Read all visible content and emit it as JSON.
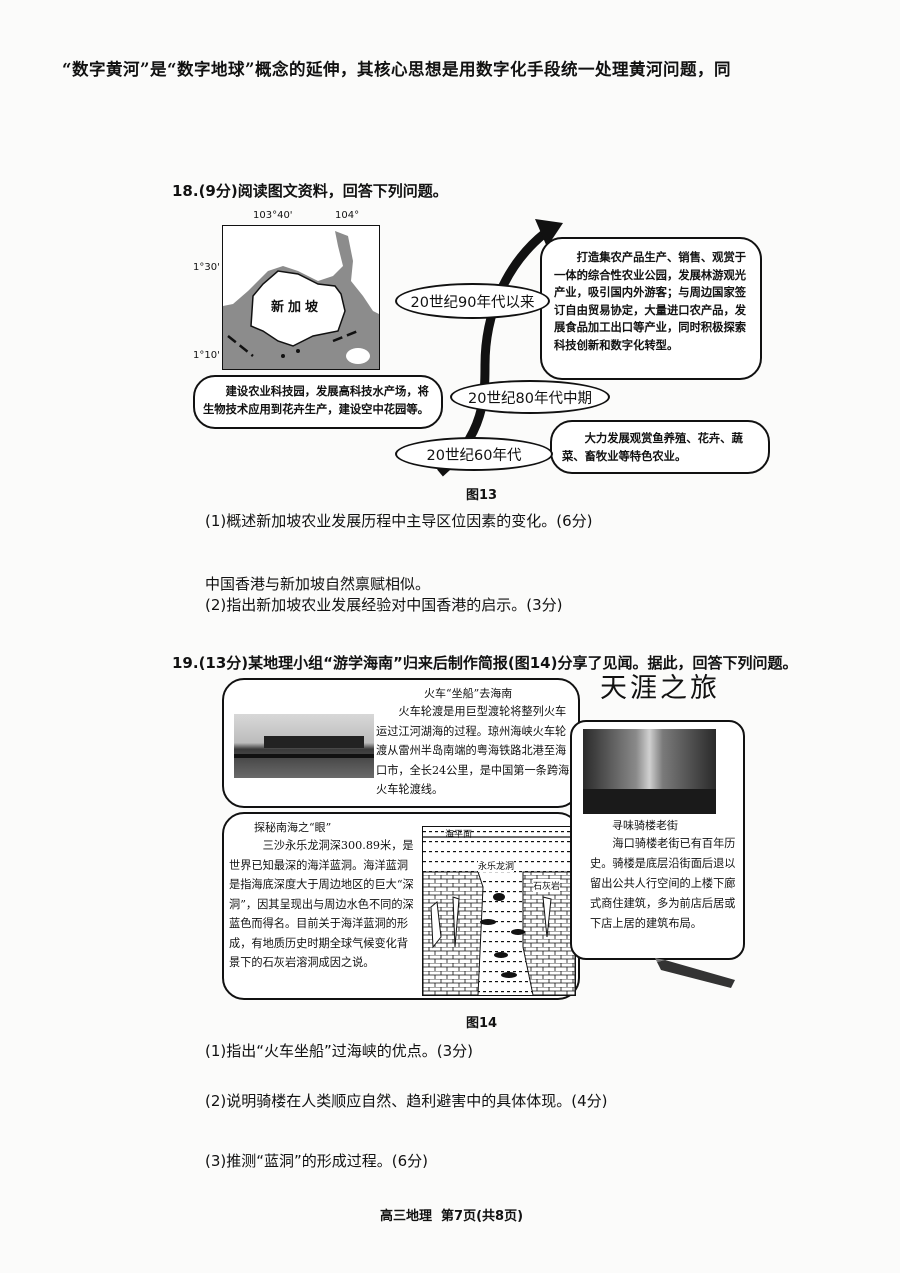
{
  "header_line": "“数字黄河”是“数字地球”概念的延伸，其核心思想是用数字化手段统一处理黄河问题，同",
  "q18": {
    "title": "18.(9分)阅读图文资料，回答下列问题。",
    "map": {
      "lon_labels": [
        "103°40'",
        "104°"
      ],
      "lat_labels": [
        "1°30'",
        "1°10'"
      ],
      "place": "新加坡"
    },
    "stages": [
      {
        "period": "20世纪90年代以来",
        "text": "打造集农产品生产、销售、观赏于一体的综合性农业公园，发展林游观光产业，吸引国内外游客；与周边国家签订自由贸易协定，大量进口农产品，发展食品加工出口等产业，同时积极探索科技创新和数字化转型。"
      },
      {
        "period": "20世纪80年代中期",
        "text": "建设农业科技园，发展高科技水产场，将生物技术应用到花卉生产，建设空中花园等。"
      },
      {
        "period": "20世纪60年代",
        "text": "大力发展观赏鱼养殖、花卉、蔬菜、畜牧业等特色农业。"
      }
    ],
    "figure_caption": "图13",
    "sub1": "(1)概述新加坡农业发展历程中主导区位因素的变化。(6分)",
    "note": "中国香港与新加坡自然禀赋相似。",
    "sub2": "(2)指出新加坡农业发展经验对中国香港的启示。(3分)"
  },
  "q19": {
    "title": "19.(13分)某地理小组“游学海南”归来后制作简报(图14)分享了见闻。据此，回答下列问题。",
    "poster_title": "天涯之旅",
    "train": {
      "heading": "火车“坐船”去海南",
      "text": "火车轮渡是用巨型渡轮将整列火车运过江河湖海的过程。琼州海峡火车轮渡从雷州半岛南端的粤海铁路北港至海口市，全长24公里，是中国第一条跨海火车轮渡线。"
    },
    "arcade": {
      "heading": "寻味骑楼老街",
      "text": "海口骑楼老街已有百年历史。骑楼是底层沿街面后退以留出公共人行空间的上楼下廊式商住建筑，多为前店后居或下店上居的建筑布局。"
    },
    "bluehole": {
      "heading": "探秘南海之“眼”",
      "text": "三沙永乐龙洞深300.89米，是世界已知最深的海洋蓝洞。海洋蓝洞是指海底深度大于周边地区的巨大“深洞”，因其呈现出与周边水色不同的深蓝色而得名。目前关于海洋蓝洞的形成，有地质历史时期全球气候变化背景下的石灰岩溶洞成因之说。",
      "diagram_labels": {
        "sea_level": "海平面",
        "hole": "永乐龙洞",
        "rock": "石灰岩"
      }
    },
    "figure_caption": "图14",
    "sub1": "(1)指出“火车坐船”过海峡的优点。(3分)",
    "sub2": "(2)说明骑楼在人类顺应自然、趋利避害中的具体体现。(4分)",
    "sub3": "(3)推测“蓝洞”的形成过程。(6分)"
  },
  "footer": "高三地理  第7页(共8页)"
}
